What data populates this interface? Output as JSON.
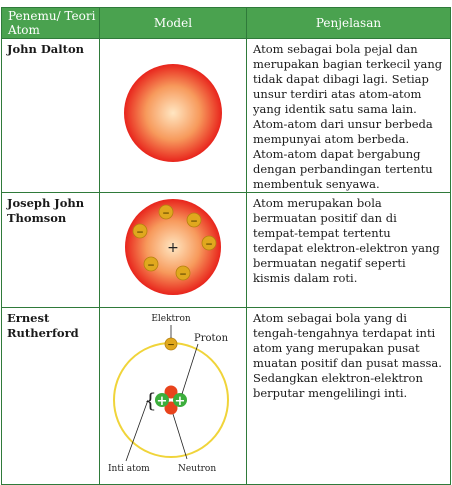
{
  "table": {
    "headers": [
      "Penemu/ Teori Atom",
      "Model",
      "Penjelasan"
    ],
    "rows": [
      {
        "name": "John Dalton",
        "description": "Atom sebagai bola pejal dan merupakan bagian terkecil yang tidak dapat dibagi lagi. Setiap unsur terdiri atas atom-atom yang identik satu sama lain. Atom-atom dari unsur berbeda mempunyai atom berbeda. Atom-atom dapat bergabung dengan perbandingan tertentu membentuk senyawa."
      },
      {
        "name": "Joseph John Thomson",
        "description": "Atom merupakan bola bermuatan positif dan di tempat-tempat tertentu terdapat elektron-elektron yang bermuatan negatif seperti kismis dalam roti.",
        "electron_symbol": "−",
        "center_symbol": "+"
      },
      {
        "name": "Ernest Rutherford",
        "description": "Atom sebagai  bola yang di tengah-tengahnya terdapat inti atom yang merupakan pusat muatan positif dan pusat massa. Sedangkan elektron-elektron berputar mengelilingi inti.",
        "labels": {
          "electron": "Elektron",
          "proton": "Proton",
          "nucleus": "Inti atom",
          "neutron": "Neutron"
        }
      }
    ]
  },
  "colors": {
    "header_bg": "#4aa24f",
    "border": "#2f7a3a",
    "sphere_center": "#ffe6c2",
    "sphere_edge": "#e8241c",
    "electron": "#e0a81e",
    "orbit": "#f0d43a",
    "proton": "#3cae3c",
    "neutron": "#e8431c"
  }
}
